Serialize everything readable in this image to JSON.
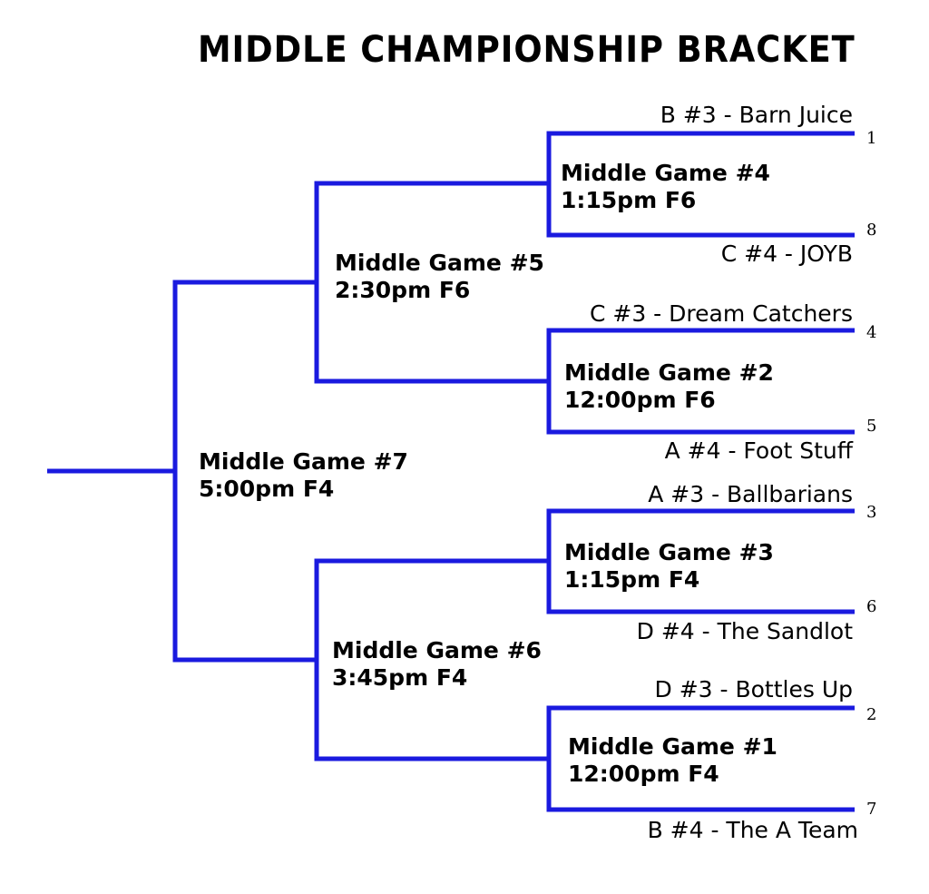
{
  "title": "MIDDLE CHAMPIONSHIP BRACKET",
  "line_color": "#1a1adf",
  "teams": [
    {
      "label": "B #3 - Barn Juice",
      "seed": "1"
    },
    {
      "label": "C #4 - JOYB",
      "seed": "8"
    },
    {
      "label": "C #3 - Dream Catchers",
      "seed": "4"
    },
    {
      "label": "A #4 - Foot Stuff",
      "seed": "5"
    },
    {
      "label": "A #3 - Ballbarians",
      "seed": "3"
    },
    {
      "label": "D #4 - The Sandlot",
      "seed": "6"
    },
    {
      "label": "D #3 - Bottles Up",
      "seed": "2"
    },
    {
      "label": "B #4 - The A Team",
      "seed": "7"
    }
  ],
  "games": {
    "g4": {
      "name": "Middle Game #4",
      "time": "1:15pm F6"
    },
    "g2": {
      "name": "Middle Game #2",
      "time": "12:00pm F6"
    },
    "g3": {
      "name": "Middle Game #3",
      "time": "1:15pm F4"
    },
    "g1": {
      "name": "Middle Game #1",
      "time": "12:00pm F4"
    },
    "g5": {
      "name": "Middle Game #5",
      "time": "2:30pm F6"
    },
    "g6": {
      "name": "Middle Game #6",
      "time": "3:45pm F4"
    },
    "g7": {
      "name": "Middle Game #7",
      "time": "5:00pm F4"
    }
  }
}
